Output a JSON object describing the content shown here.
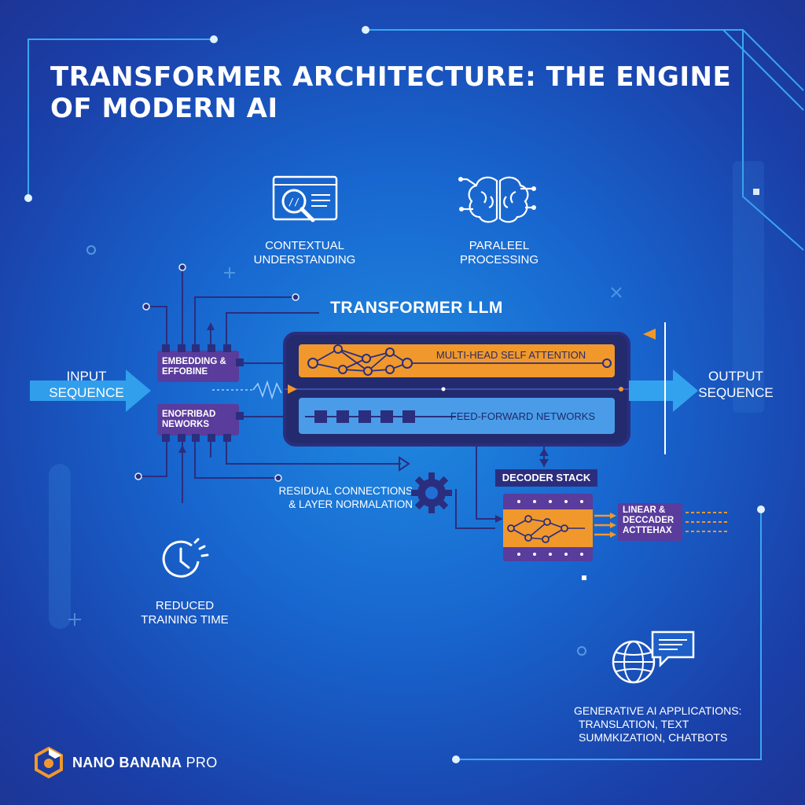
{
  "title": "TRANSFORMER ARCHITECTURE: THE ENGINE OF MODERN AI",
  "top_features": {
    "contextual": [
      "CONTEXTUAL",
      "UNDERSTANDING"
    ],
    "parallel": [
      "PARALEEL",
      "PROCESSING"
    ]
  },
  "transformer_llm": "TRANSFORMER LLM",
  "layers": {
    "attention": "MULTI-HEAD SELF ATTENTION",
    "feedforward": "FEED-FORWARD NETWORKS"
  },
  "input": [
    "INPUT",
    "SEQUENCE"
  ],
  "output": [
    "OUTPUT",
    "SEQUENCE"
  ],
  "encoder_blocks": {
    "embedding": [
      "EMBEDDING &",
      "EFFOBINE"
    ],
    "encoder": [
      "ENOFRIBAD",
      "NEWORKS"
    ]
  },
  "decoder_stack": "DECODER STACK",
  "linear_block": [
    "LINEAR &",
    "DECCADER",
    "ACTTEHAX"
  ],
  "residual": [
    "RESIDUAL CONNECTIONS",
    "& LAYER NORMALATION"
  ],
  "reduced_training": [
    "REDUCED",
    "TRAINING TIME"
  ],
  "generative": [
    "GENERATIVE AI APPLICATIONS:",
    "TRANSLATION, TEXT",
    "SUMMKIZATION, CHATBOTS"
  ],
  "brand": {
    "bold": "NANO BANANA",
    "light": "PRO"
  },
  "colors": {
    "orange": "#f0982c",
    "purple": "#5a3c9c",
    "navy": "#2b2e7e",
    "light_blue": "#4a9ce8",
    "arrow_blue": "#33a2ee"
  }
}
